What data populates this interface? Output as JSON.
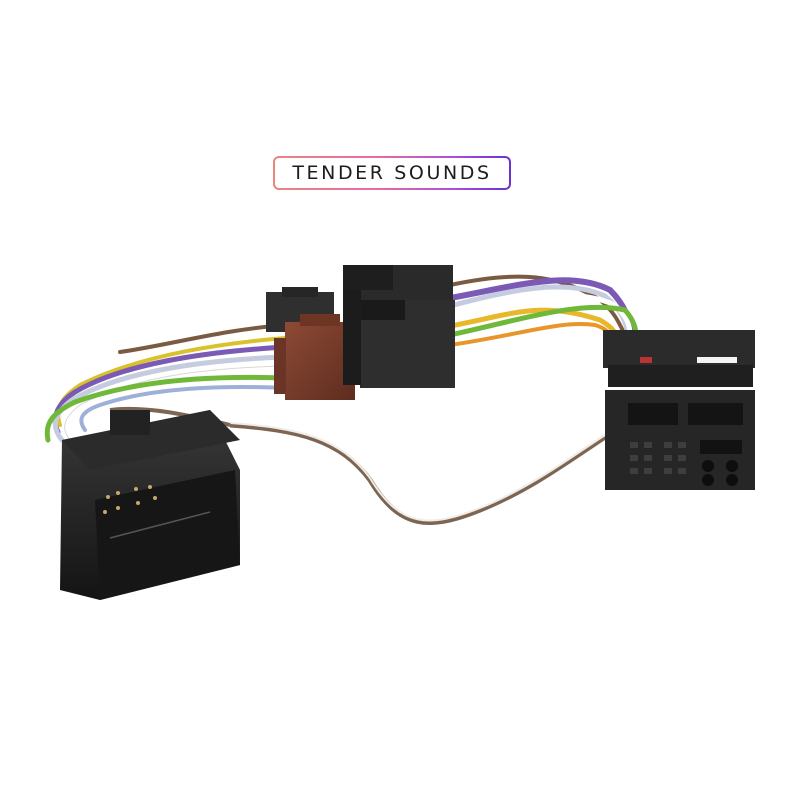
{
  "logo": {
    "text": "TENDER SOUNDS",
    "border_gradient": [
      "#e8877c",
      "#e66aa8",
      "#b04fd6",
      "#6b2fd0"
    ]
  },
  "product": {
    "subject": "car-radio-wiring-harness",
    "parts": [
      {
        "name": "left-quadlock-male-connector",
        "color": "#1b1b1b"
      },
      {
        "name": "brown-iso-connector",
        "color": "#7a3b2a"
      },
      {
        "name": "black-iso-connector",
        "color": "#2a2a2a"
      },
      {
        "name": "right-quadlock-female-connector",
        "color": "#232323"
      },
      {
        "name": "brown-white-single-wire",
        "color": "#8a7466"
      }
    ],
    "wire_colors": [
      "#7fbf3f",
      "#7b5ab6",
      "#ffffff",
      "#d9c22a",
      "#7a5a40",
      "#e8962a",
      "#9fb0d8"
    ]
  },
  "background": "#ffffff"
}
